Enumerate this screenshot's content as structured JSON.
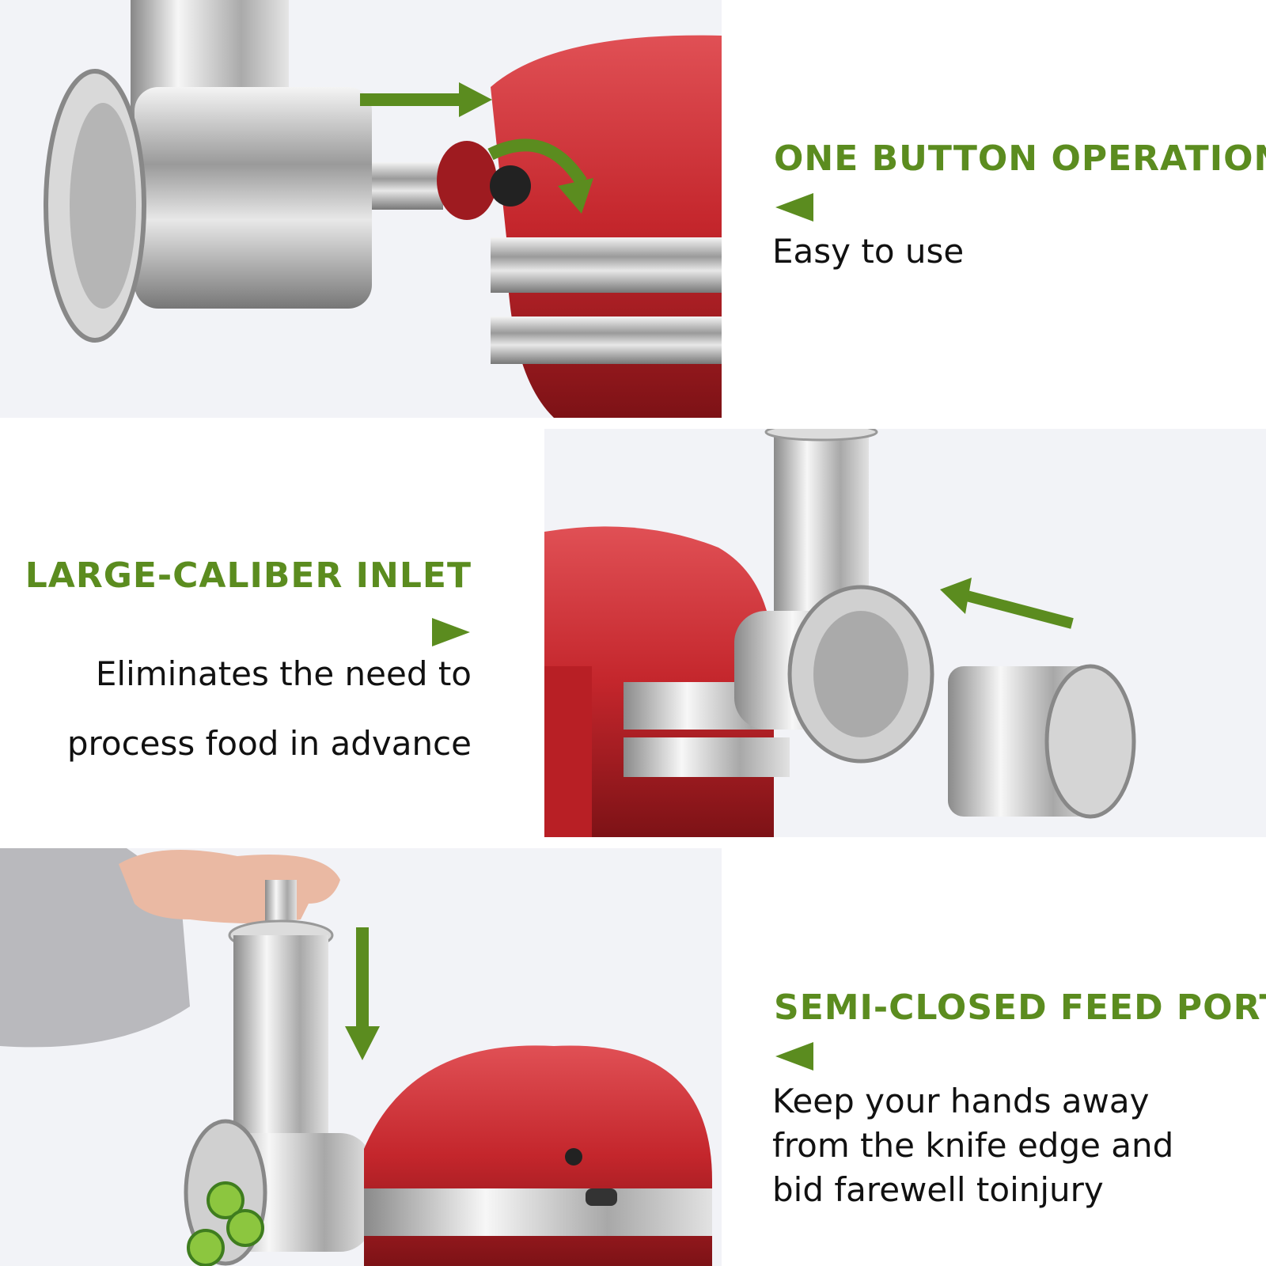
{
  "colors": {
    "accent_green": "#5b8c1f",
    "text_dark": "#111111",
    "photo_bg": "#f2f3f7",
    "mixer_red": "#c4262c"
  },
  "sections": [
    {
      "heading": "ONE BUTTON OPERATION",
      "pointer_icon": "triangle-left-icon",
      "lines": [
        "Easy to use"
      ]
    },
    {
      "heading": "LARGE-CALIBER INLET",
      "pointer_icon": "triangle-right-icon",
      "lines": [
        "Eliminates the need to",
        "process food in advance"
      ]
    },
    {
      "heading": "SEMI-CLOSED FEED PORT",
      "pointer_icon": "triangle-left-icon",
      "lines": [
        "Keep your hands away",
        "from the knife edge and",
        "bid farewell toinjury"
      ]
    }
  ]
}
